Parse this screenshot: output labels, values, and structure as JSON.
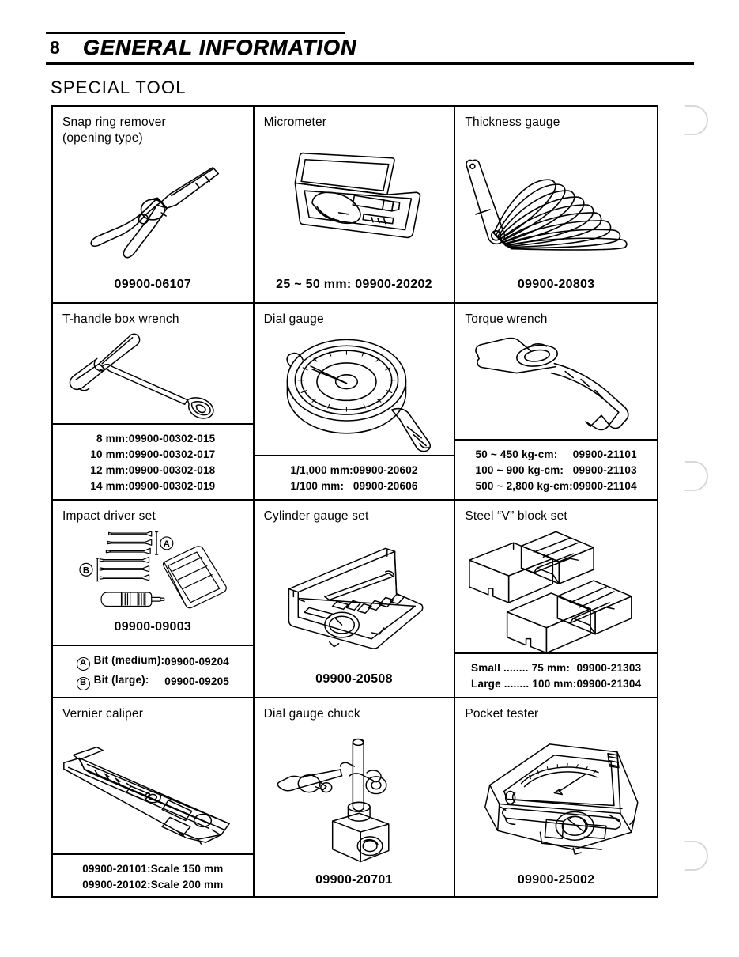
{
  "header": {
    "page_number": "8",
    "title": "GENERAL INFORMATION"
  },
  "section": {
    "title": "SPECIAL TOOL"
  },
  "tools": [
    {
      "name": "Snap ring remover\n(opening type)",
      "icon": "snap-ring-pliers",
      "part_number": "09900-06107"
    },
    {
      "name": "Micrometer",
      "icon": "micrometer-case",
      "part_number": "25 ~ 50 mm: 09900-20202"
    },
    {
      "name": "Thickness gauge",
      "icon": "feeler-gauge",
      "part_number": "09900-20803"
    },
    {
      "name": "T-handle box wrench",
      "icon": "t-handle-wrench",
      "rows": [
        {
          "label": "8 mm:",
          "value": "09900-00302-015"
        },
        {
          "label": "10 mm:",
          "value": "09900-00302-017"
        },
        {
          "label": "12 mm:",
          "value": "09900-00302-018"
        },
        {
          "label": "14 mm:",
          "value": "09900-00302-019"
        }
      ]
    },
    {
      "name": "Dial gauge",
      "icon": "dial-gauge",
      "rows": [
        {
          "label": "1/1,000 mm:",
          "value": "09900-20602"
        },
        {
          "label": "1/100 mm:",
          "value": "09900-20606"
        }
      ]
    },
    {
      "name": "Torque wrench",
      "icon": "torque-wrench",
      "rows": [
        {
          "label": "50 ~ 450 kg-cm:",
          "value": "09900-21101"
        },
        {
          "label": "100 ~ 900 kg-cm:",
          "value": "09900-21103"
        },
        {
          "label": "500 ~ 2,800 kg-cm:",
          "value": "09900-21104"
        }
      ]
    },
    {
      "name": "Impact driver set",
      "icon": "impact-driver-set",
      "part_number": "09900-09003",
      "callouts": [
        "A",
        "B"
      ],
      "rows": [
        {
          "marker": "A",
          "label": "Bit (medium):",
          "value": "09900-09204"
        },
        {
          "marker": "B",
          "label": "Bit (large):",
          "value": "09900-09205"
        }
      ]
    },
    {
      "name": "Cylinder gauge set",
      "icon": "cylinder-gauge-case",
      "part_number": "09900-20508"
    },
    {
      "name": "Steel “V” block set",
      "icon": "v-blocks",
      "rows": [
        {
          "label": "Small ........  75 mm:",
          "value": "09900-21303"
        },
        {
          "label": "Large ........ 100 mm:",
          "value": "09900-21304"
        }
      ]
    },
    {
      "name": "Vernier caliper",
      "icon": "vernier-caliper",
      "rows": [
        {
          "label": "09900-20101:",
          "value": "Scale 150 mm"
        },
        {
          "label": "09900-20102:",
          "value": "Scale 200 mm"
        }
      ]
    },
    {
      "name": "Dial gauge chuck",
      "icon": "magnetic-base-stand",
      "part_number": "09900-20701"
    },
    {
      "name": "Pocket tester",
      "icon": "analog-multimeter",
      "part_number": "09900-25002"
    }
  ]
}
